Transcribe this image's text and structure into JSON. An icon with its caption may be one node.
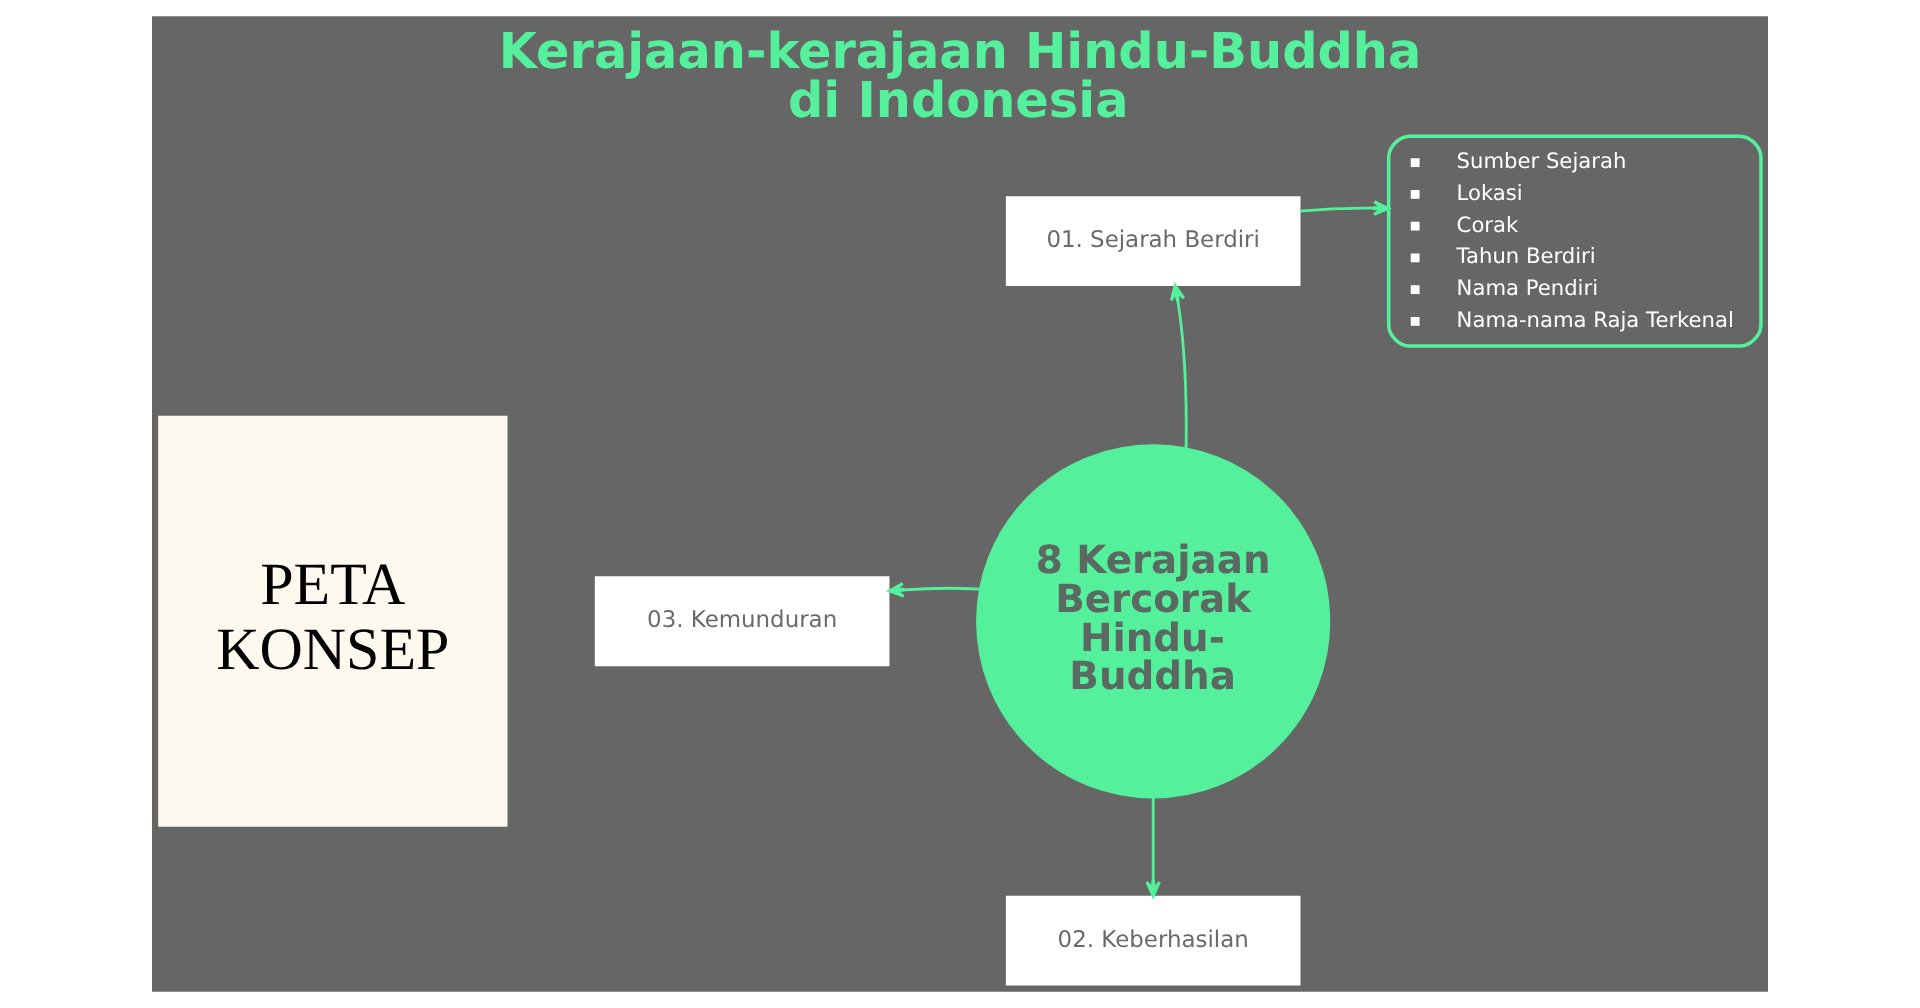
{
  "diagram": {
    "title": "Kerajaan-kerajaan Hindu-Buddha di Indonesia",
    "nodes": [
      {
        "text": [
          "01. Sejarah Berdiri"
        ]
      },
      {
        "text": [
          "Sumber Sejarah",
          "Lokasi",
          "Corak",
          "Tahun Berdiri",
          "Nama Pendiri",
          "Nama-nama Raja Terkenal"
        ]
      },
      {
        "text": [
          "8 Kerajaan Bercorak Hindu-Buddha"
        ]
      },
      {
        "text": [
          "03. Kemunduran"
        ]
      },
      {
        "text": [
          "02. Keberhasilan"
        ]
      }
    ],
    "edges": [
      {
        "from": 2,
        "to": 0,
        "arrow": "to"
      },
      {
        "from": 0,
        "to": 1,
        "arrow": "to"
      },
      {
        "from": 2,
        "to": 3,
        "arrow": "to"
      },
      {
        "from": 2,
        "to": 4,
        "arrow": "to"
      }
    ],
    "labels": [
      "PETA KONSEP"
    ]
  }
}
